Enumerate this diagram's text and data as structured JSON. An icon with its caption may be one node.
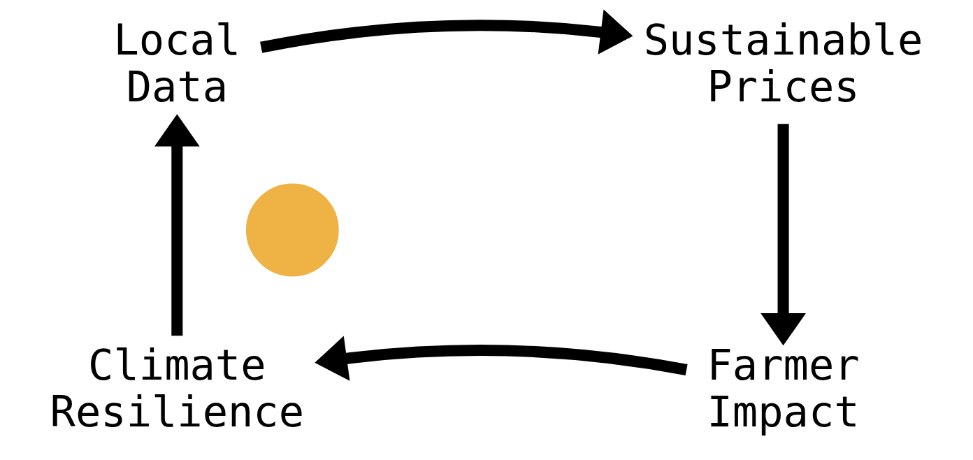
{
  "diagram": {
    "nodes": [
      {
        "text": [
          "Local Data"
        ]
      },
      {
        "text": [
          "Sustainable Prices"
        ]
      },
      {
        "text": [
          "Farmer Impact"
        ]
      },
      {
        "text": [
          "Climate Resilience"
        ]
      },
      {
        "text": [],
        "shape": "circle"
      }
    ],
    "edges": [
      {
        "from": 0,
        "to": 1,
        "arrow": "to"
      },
      {
        "from": 1,
        "to": 2,
        "arrow": "to"
      },
      {
        "from": 2,
        "to": 3,
        "arrow": "to"
      },
      {
        "from": 3,
        "to": 0,
        "arrow": "to"
      }
    ]
  }
}
